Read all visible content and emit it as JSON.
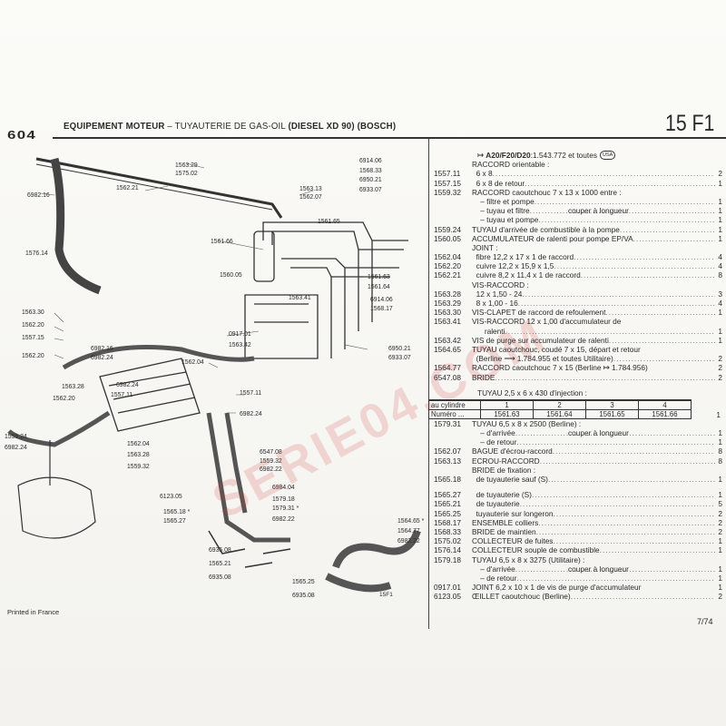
{
  "header": {
    "model": "604",
    "title_bold": "EQUIPEMENT MOTEUR",
    "title_rest": " – TUYAUTERIE DE GAS-OIL ",
    "title_suffix": "(DIESEL XD 90) (BOSCH)",
    "section_code": "15 F1"
  },
  "applicability": {
    "prefix": "A20/F20/D20",
    "text": ":1.543.772 et toutes",
    "badge": "USA"
  },
  "items_a": [
    {
      "ref": "",
      "desc": "RACCORD orientable :",
      "qty": ""
    },
    {
      "ref": "1557.11",
      "desc": "  6 x 8",
      "qty": "2",
      "lead": true
    },
    {
      "ref": "1557.15",
      "desc": "  6 x 8 de retour",
      "qty": "1",
      "lead": true
    },
    {
      "ref": "1559.32",
      "desc": "RACCORD caoutchouc 7 x 13 x 1000 entre :",
      "qty": ""
    },
    {
      "ref": "",
      "desc": "    – filtre et pompe",
      "qty": "1",
      "lead": true
    },
    {
      "ref": "",
      "desc": "    – tuyau et filtre",
      "qty": "1",
      "lead": true,
      "note": "couper à longueur"
    },
    {
      "ref": "",
      "desc": "    – tuyau et pompe",
      "qty": "1",
      "lead": true
    },
    {
      "ref": "1559.24",
      "desc": "TUYAU d'arrivée de combustible à la pompe",
      "qty": "1",
      "lead": true
    },
    {
      "ref": "1560.05",
      "desc": "ACCUMULATEUR de ralenti pour pompe EP/VA",
      "qty": "1",
      "lead": true
    },
    {
      "ref": "",
      "desc": "JOINT :",
      "qty": ""
    },
    {
      "ref": "1562.04",
      "desc": "  fibre 12,2 x 17 x 1 de raccord",
      "qty": "4",
      "lead": true
    },
    {
      "ref": "1562.20",
      "desc": "  cuivre 12,2 x 15,9 x 1,5",
      "qty": "4",
      "lead": true
    },
    {
      "ref": "1562.21",
      "desc": "  cuivre 8,2 x 11,4 x 1 de raccord",
      "qty": "8",
      "lead": true
    },
    {
      "ref": "",
      "desc": "VIS-RACCORD :",
      "qty": ""
    },
    {
      "ref": "1563.28",
      "desc": "  12 x 1,50 - 24",
      "qty": "3",
      "lead": true
    },
    {
      "ref": "1563.29",
      "desc": "  8 x 1,00 - 16",
      "qty": "4",
      "lead": true
    },
    {
      "ref": "1563.30",
      "desc": "VIS-CLAPET de raccord de refoulement",
      "qty": "1",
      "lead": true
    },
    {
      "ref": "1563.41",
      "desc": "VIS-RACCORD 12 x 1,00 d'accumulateur de",
      "qty": ""
    },
    {
      "ref": "",
      "desc": "      ralenti",
      "qty": "1",
      "lead": true
    },
    {
      "ref": "1563.42",
      "desc": "VIS de purge sur accumulateur de ralenti",
      "qty": "1",
      "lead": true
    },
    {
      "ref": "1564.65",
      "desc": "TUYAU caoutchouc, coudé 7 x 15, départ et retour",
      "qty": ""
    },
    {
      "ref": "",
      "desc": "  (Berline ⟶ 1.784.955 et toutes Utilitaire)",
      "qty": "2",
      "lead": true
    },
    {
      "ref": "1564.77",
      "desc": "RACCORD caoutchouc 7 x 15 (Berline ↦ 1.784.956)",
      "qty": "2"
    },
    {
      "ref": "6547.08",
      "desc": "BRIDE",
      "qty": "2",
      "lead": true
    }
  ],
  "injection": {
    "title": "TUYAU 2,5 x 6 x 430 d'injection :",
    "header": [
      "au cylindre",
      "1",
      "2",
      "3",
      "4"
    ],
    "row": [
      "Numéro ...",
      "1561.63",
      "1561.64",
      "1561.65",
      "1561.66"
    ],
    "qty": "1"
  },
  "items_b": [
    {
      "ref": "1579.31",
      "desc": "TUYAU 6,5 x 8 x 2500 (Berline) :",
      "qty": ""
    },
    {
      "ref": "",
      "desc": "    – d'arrivée",
      "qty": "1",
      "lead": true,
      "note": "couper à longueur"
    },
    {
      "ref": "",
      "desc": "    – de retour",
      "qty": "1",
      "lead": true
    },
    {
      "ref": "1562.07",
      "desc": "BAGUE d'écrou-raccord",
      "qty": "8",
      "lead": true
    },
    {
      "ref": "1563.13",
      "desc": "ECROU-RACCORD",
      "qty": "8",
      "lead": true
    },
    {
      "ref": "",
      "desc": "BRIDE de fixation :",
      "qty": ""
    },
    {
      "ref": "1565.18",
      "desc": "  de tuyauterie sauf (S)",
      "qty": "1",
      "lead": true
    },
    {
      "spacer": true
    },
    {
      "ref": "1565.27",
      "desc": "  de tuyauterie (S)",
      "qty": "1",
      "lead": true
    },
    {
      "ref": "1565.21",
      "desc": "  de tuyauterie",
      "qty": "5",
      "lead": true
    },
    {
      "ref": "1565.25",
      "desc": "  tuyauterie sur longeron",
      "qty": "2",
      "lead": true
    },
    {
      "ref": "1568.17",
      "desc": "ENSEMBLE colliers",
      "qty": "2",
      "lead": true
    },
    {
      "ref": "1568.33",
      "desc": "BRIDE de maintien",
      "qty": "2",
      "lead": true
    },
    {
      "ref": "1575.02",
      "desc": "COLLECTEUR de fuites",
      "qty": "1",
      "lead": true
    },
    {
      "ref": "1576.14",
      "desc": "COLLECTEUR souple de combustible",
      "qty": "1",
      "lead": true
    },
    {
      "ref": "1579.18",
      "desc": "TUYAU 6,5 x 8 x 3275 (Utilitaire) :",
      "qty": ""
    },
    {
      "ref": "",
      "desc": "    – d'arrivée",
      "qty": "1",
      "lead": true,
      "note": "couper à longueur"
    },
    {
      "ref": "",
      "desc": "    – de retour",
      "qty": "1",
      "lead": true
    },
    {
      "ref": "0917.01",
      "desc": "JOINT 6,2 x 10 x 1 de vis de purge d'accumulateur",
      "qty": "1"
    },
    {
      "ref": "6123.05",
      "desc": "ŒILLET caoutchouc (Berline)",
      "qty": "2",
      "lead": true
    }
  ],
  "page_number": "7/74",
  "printed": "Printed in France",
  "figure_code": "15F1",
  "watermark": "SERIE04.COM",
  "callouts": [
    "1563.29",
    "1575.02",
    "1562.21",
    "6982.16",
    "1576.14",
    "1563.13",
    "1562.07",
    "6914.06",
    "1568.33",
    "6950.21",
    "6933.07",
    "1561.65",
    "1561.66",
    "1560.05",
    "1561.63",
    "1561.64",
    "1563.41",
    "6914.06",
    "1568.17",
    "0917.01",
    "1563.42",
    "6950.21",
    "6933.07",
    "1563.30",
    "1562.20",
    "1557.15",
    "6982.16",
    "6982.24",
    "1562.20",
    "1563.28",
    "1562.20",
    "1562.04",
    "6982.24",
    "1557.11",
    "1557.11",
    "6982.24",
    "1559.24",
    "6982.24",
    "1562.04",
    "1563.28",
    "1559.32",
    "6547.08",
    "1559.32",
    "6982.22",
    "6984.04",
    "1579.18",
    "1579.31 *",
    "6982.22",
    "6123.05",
    "1565.18 *",
    "1565.27",
    "6935.08",
    "1565.21",
    "6935.08",
    "1565.25",
    "6935.08",
    "1564.65 *",
    "1564.77",
    "6982.22"
  ]
}
